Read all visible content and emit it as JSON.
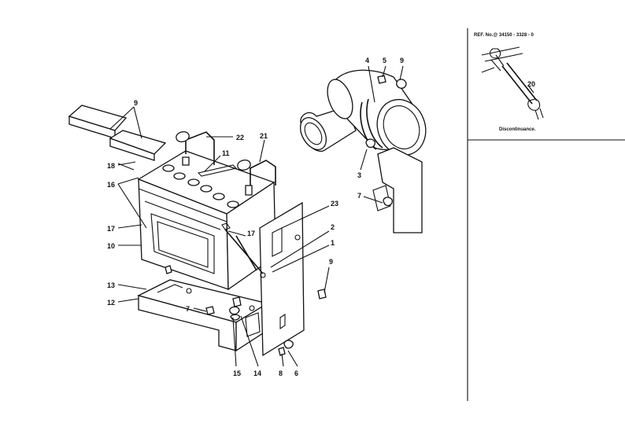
{
  "inset": {
    "ref_text": "REF. No.@ 34150 - 3328 - 0",
    "caption": "Discontinuance."
  },
  "callouts": {
    "c9_top": "9",
    "c18": "18",
    "c16": "16",
    "c17_left": "17",
    "c10": "10",
    "c13": "13",
    "c12": "12",
    "c22": "22",
    "c11": "11",
    "c21": "21",
    "c23": "23",
    "c17_mid": "17",
    "c2": "2",
    "c1": "1",
    "c9_right": "9",
    "c7_bottom": "7",
    "c15": "15",
    "c14": "14",
    "c8": "8",
    "c6": "6",
    "c4": "4",
    "c5": "5",
    "c9_air": "9",
    "c3": "3",
    "c7_air": "7",
    "c20": "20"
  }
}
